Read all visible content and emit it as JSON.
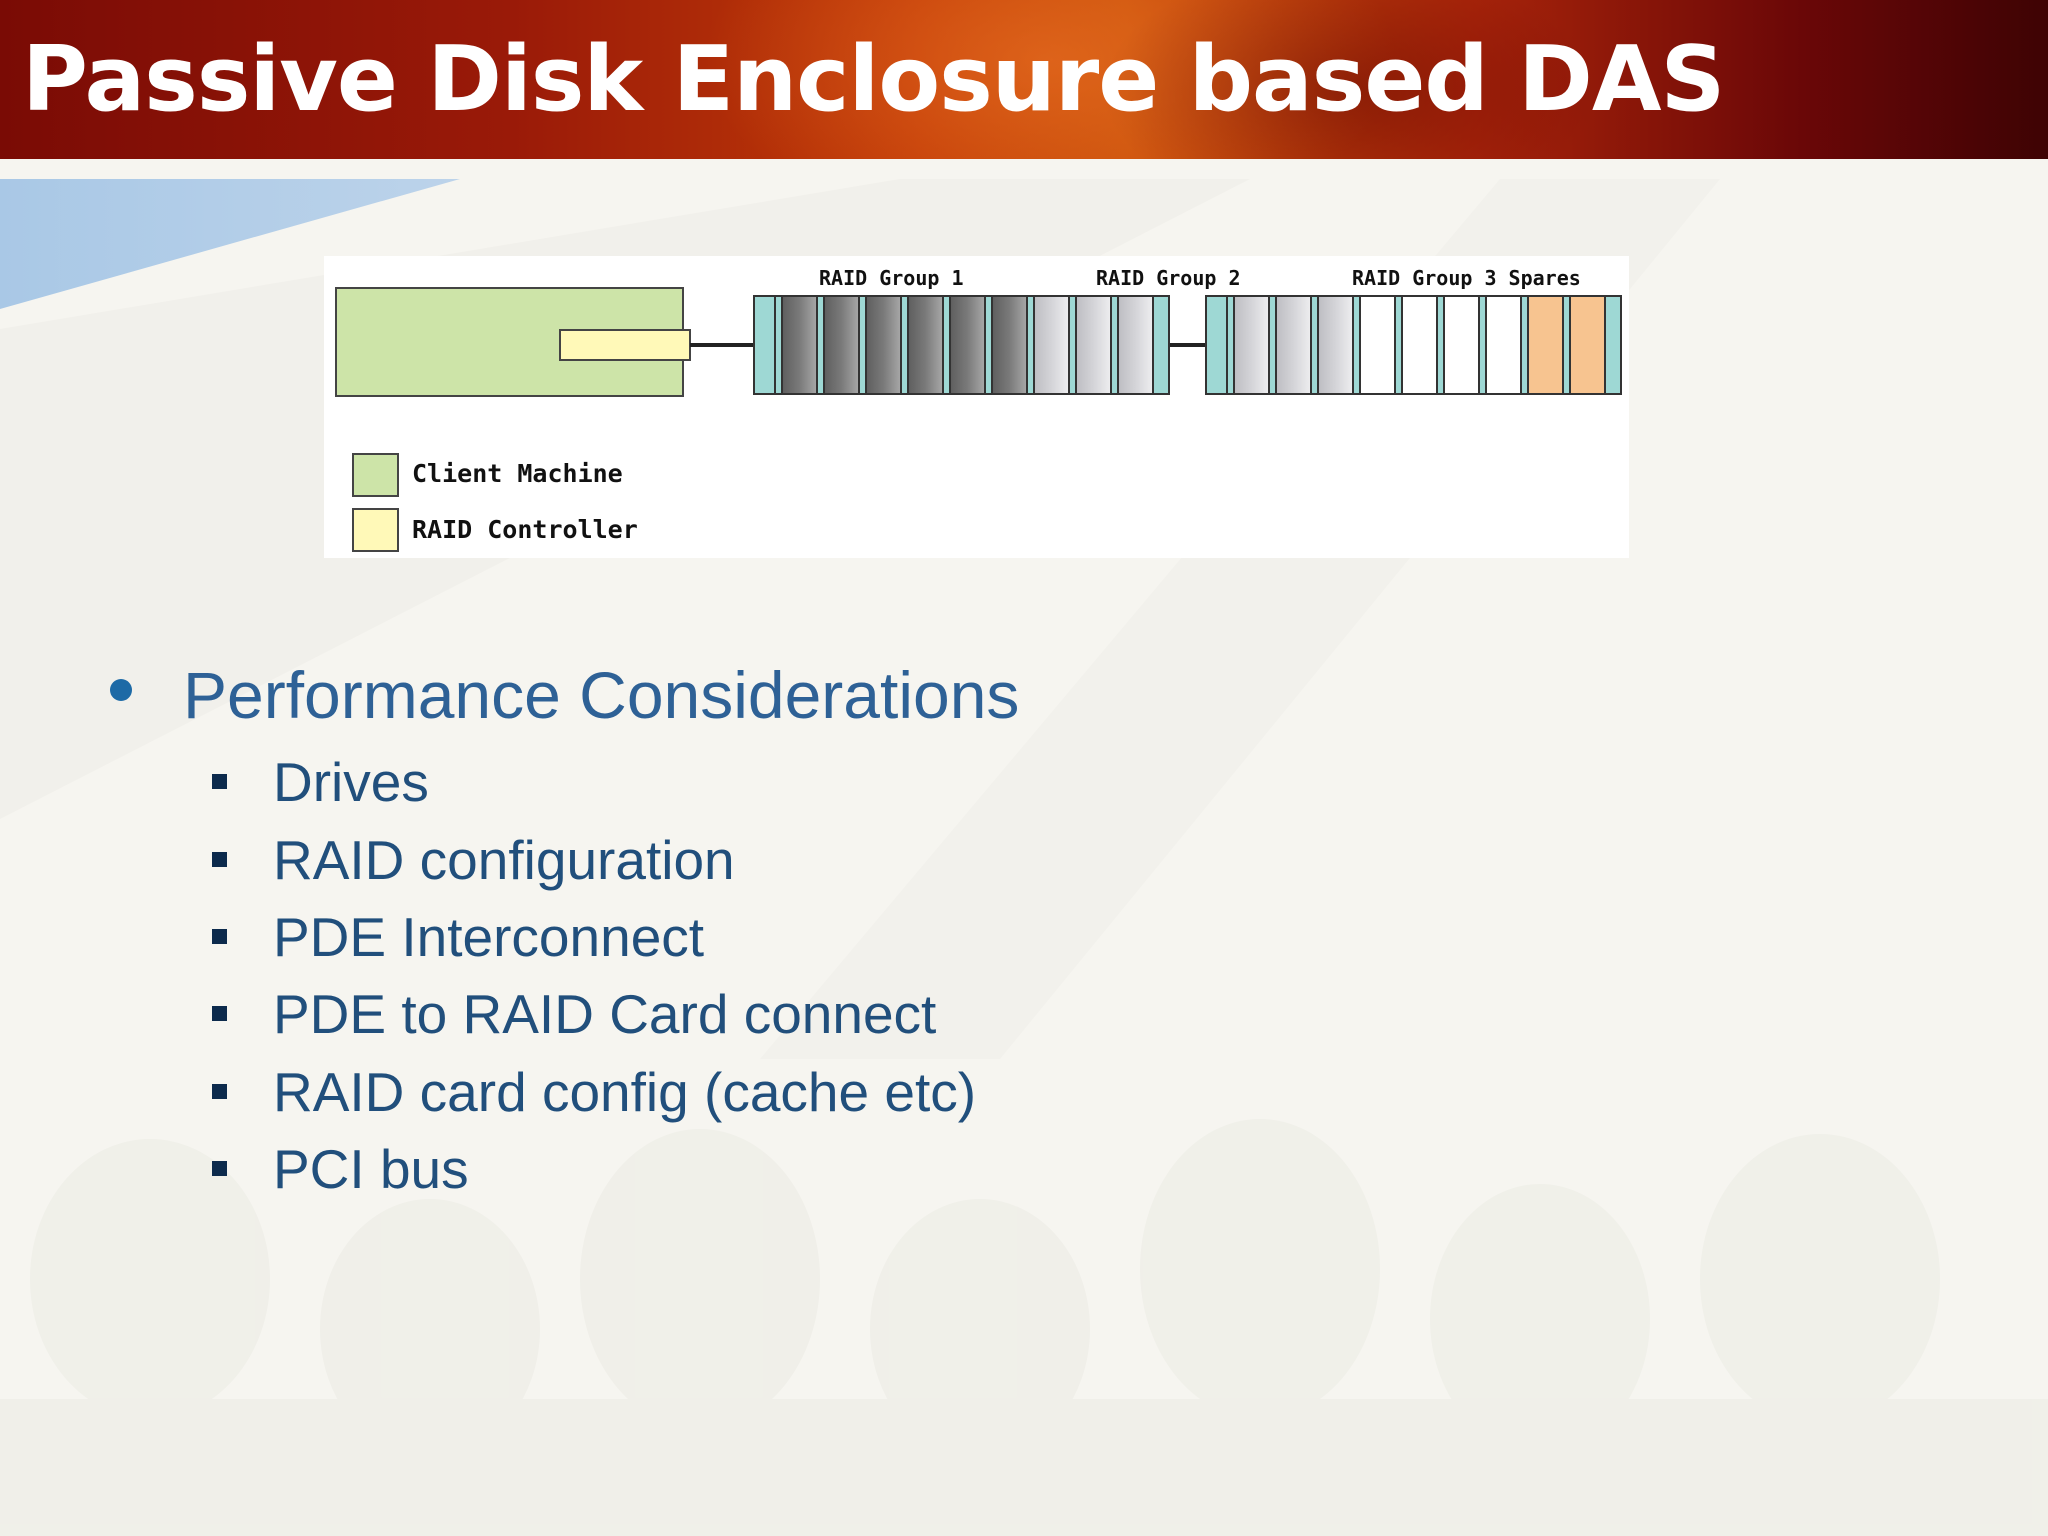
{
  "slide": {
    "title": "Passive Disk Enclosure based DAS"
  },
  "diagram": {
    "group_labels": {
      "group1": "RAID Group 1",
      "group2": "RAID Group 2",
      "group3": "RAID Group 3 Spares"
    },
    "legend": [
      {
        "label": "Client Machine",
        "color": "#cde4a8"
      },
      {
        "label": "RAID Controller",
        "color": "#fff9b8"
      }
    ],
    "colors": {
      "client": "#cde4a8",
      "controller": "#fff9b8",
      "enclosure_cap": "#9ed8d4",
      "disk_dark": "#7a7a7a",
      "disk_light": "#d4d4d8",
      "disk_blank": "#ffffff",
      "disk_spare": "#f7c490"
    }
  },
  "bullets": {
    "heading": "Performance Considerations",
    "items": [
      "Drives",
      "RAID configuration",
      "PDE Interconnect",
      "PDE to RAID Card connect",
      "RAID card config (cache etc)",
      "PCI bus"
    ]
  }
}
